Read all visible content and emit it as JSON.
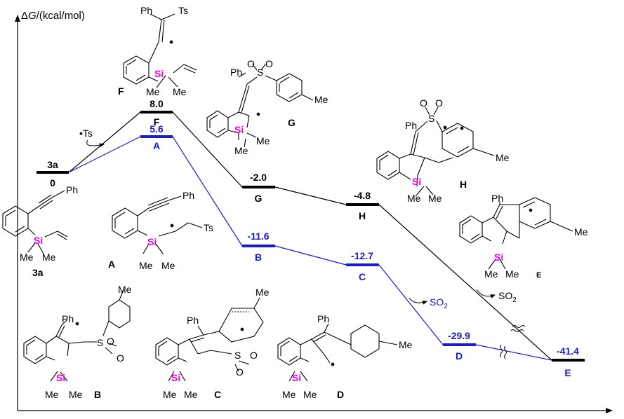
{
  "axis": {
    "ylabel_prefix": "Δ",
    "ylabel_var": "G",
    "ylabel_unit": "/(kcal/mol)"
  },
  "colors": {
    "black": "#000000",
    "blue": "#1a1ad2",
    "si": "#e600e6"
  },
  "black_path": [
    {
      "id": "3a",
      "name": "3a",
      "value": "0"
    },
    {
      "id": "F",
      "name": "F",
      "value": "8.0"
    },
    {
      "id": "G",
      "name": "G",
      "value": "-2.0"
    },
    {
      "id": "H",
      "name": "H",
      "value": "-4.8"
    },
    {
      "id": "E",
      "name": "E",
      "value": "-41.4"
    }
  ],
  "blue_path": [
    {
      "id": "A",
      "name": "A",
      "value": "5.6"
    },
    {
      "id": "B",
      "name": "B",
      "value": "-11.6"
    },
    {
      "id": "C",
      "name": "C",
      "value": "-12.7"
    },
    {
      "id": "D",
      "name": "D",
      "value": "-29.9"
    },
    {
      "id": "E",
      "name": "E",
      "value": "-41.4"
    }
  ],
  "annotations": {
    "radical": "•Ts",
    "so2_prefix": "SO",
    "so2_sub": "2"
  },
  "structures": {
    "Ph": "Ph",
    "Ts": "Ts",
    "Si": "Si",
    "Me": "Me",
    "S": "S",
    "O": "O",
    "labels": {
      "3a": "3a",
      "A": "A",
      "B": "B",
      "C": "C",
      "D": "D",
      "E": "E",
      "F": "F",
      "G": "G",
      "H": "H"
    }
  }
}
